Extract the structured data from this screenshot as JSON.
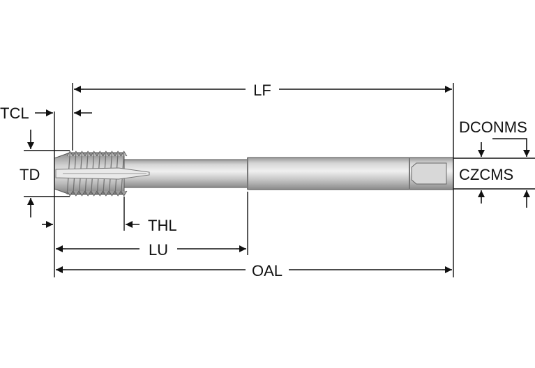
{
  "labels": {
    "lf": "LF",
    "tcl": "TCL",
    "td": "TD",
    "thl": "THL",
    "lu": "LU",
    "oal": "OAL",
    "dconms": "DCONMS",
    "czcms": "CZCMS"
  },
  "colors": {
    "line": "#111111",
    "tool_body": "#c9c9c9",
    "tool_highlight": "#ececec",
    "tool_shadow": "#8e8e8e",
    "background": "#ffffff"
  }
}
